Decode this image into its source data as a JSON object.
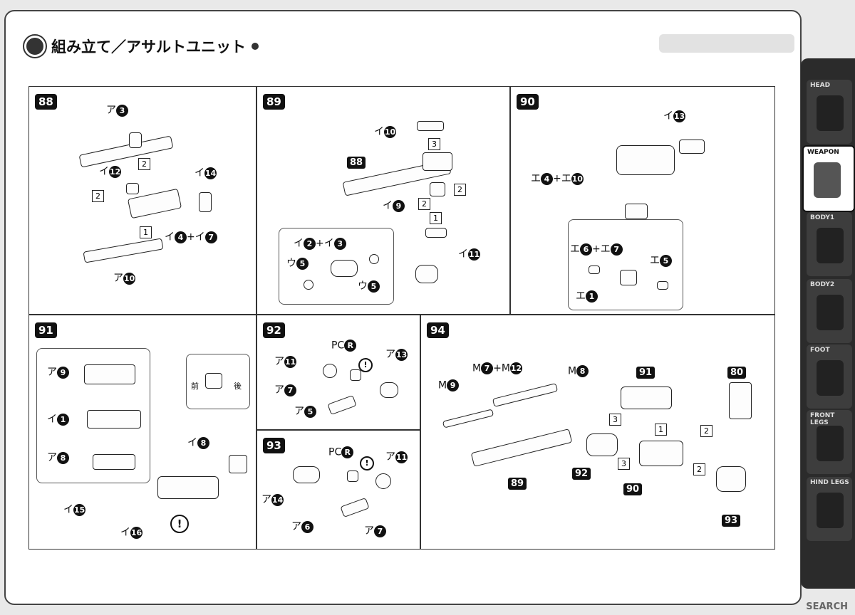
{
  "header": {
    "title": "組み立て／アサルトユニット"
  },
  "sidebar": {
    "tabs": [
      "HEAD",
      "WEAPON",
      "BODY1",
      "BODY2",
      "FOOT",
      "FRONT LEGS",
      "HIND LEGS"
    ]
  },
  "steps": {
    "s88": {
      "num": "88",
      "l1": "ア",
      "b1": "3",
      "l2": "イ",
      "b2": "12",
      "l3": "イ",
      "b3": "14",
      "l4": "イ",
      "b4": "4",
      "l4b": "+イ",
      "b4b": "7",
      "l5": "ア",
      "b5": "10",
      "sq1": "2",
      "sq2": "2",
      "sq3": "1"
    },
    "s89": {
      "num": "89",
      "l1": "イ",
      "b1": "10",
      "t88": "88",
      "l2": "イ",
      "b2": "9",
      "l3": "イ",
      "b3": "11",
      "l4": "イ",
      "b4": "2",
      "l4b": "+イ",
      "b4b": "3",
      "l5": "ウ",
      "b5": "5",
      "l6": "ウ",
      "b6": "5",
      "sq1": "3",
      "sq2": "2",
      "sq3": "2",
      "sq4": "1"
    },
    "s90": {
      "num": "90",
      "l1": "イ",
      "b1": "13",
      "l2": "エ",
      "b2": "4",
      "l2b": "+エ",
      "b2b": "10",
      "l3": "エ",
      "b3": "6",
      "l3b": "+エ",
      "b3b": "7",
      "l4": "エ",
      "b4": "5",
      "l5": "エ",
      "b5": "1"
    },
    "s91": {
      "num": "91",
      "l1": "ア",
      "b1": "9",
      "l2": "イ",
      "b2": "1",
      "l3": "ア",
      "b3": "8",
      "l4": "イ",
      "b4": "8",
      "l5": "イ",
      "b5": "15",
      "l6": "イ",
      "b6": "16",
      "front": "前",
      "back": "後",
      "warn": "!"
    },
    "s92": {
      "num": "92",
      "l1": "ア",
      "b1": "11",
      "pc": "PC",
      "pcb": "R",
      "l2": "ア",
      "b2": "13",
      "l3": "ア",
      "b3": "7",
      "l4": "ア",
      "b4": "5",
      "warn": "!"
    },
    "s93": {
      "num": "93",
      "pc": "PC",
      "pcb": "R",
      "l1": "ア",
      "b1": "11",
      "l2": "ア",
      "b2": "14",
      "l3": "ア",
      "b3": "6",
      "l4": "ア",
      "b4": "7",
      "warn": "!"
    },
    "s94": {
      "num": "94",
      "l1": "M",
      "b1": "7",
      "l1b": "+M",
      "b1b": "12",
      "l2": "M",
      "b2": "8",
      "l3": "M",
      "b3": "9",
      "t91": "91",
      "t80": "80",
      "t89": "89",
      "t92": "92",
      "t90": "90",
      "t93": "93",
      "sq1": "3",
      "sq2": "2",
      "sq3": "1",
      "sq4": "3",
      "sq5": "2"
    }
  },
  "footer": {
    "brand": "SEARCH"
  }
}
